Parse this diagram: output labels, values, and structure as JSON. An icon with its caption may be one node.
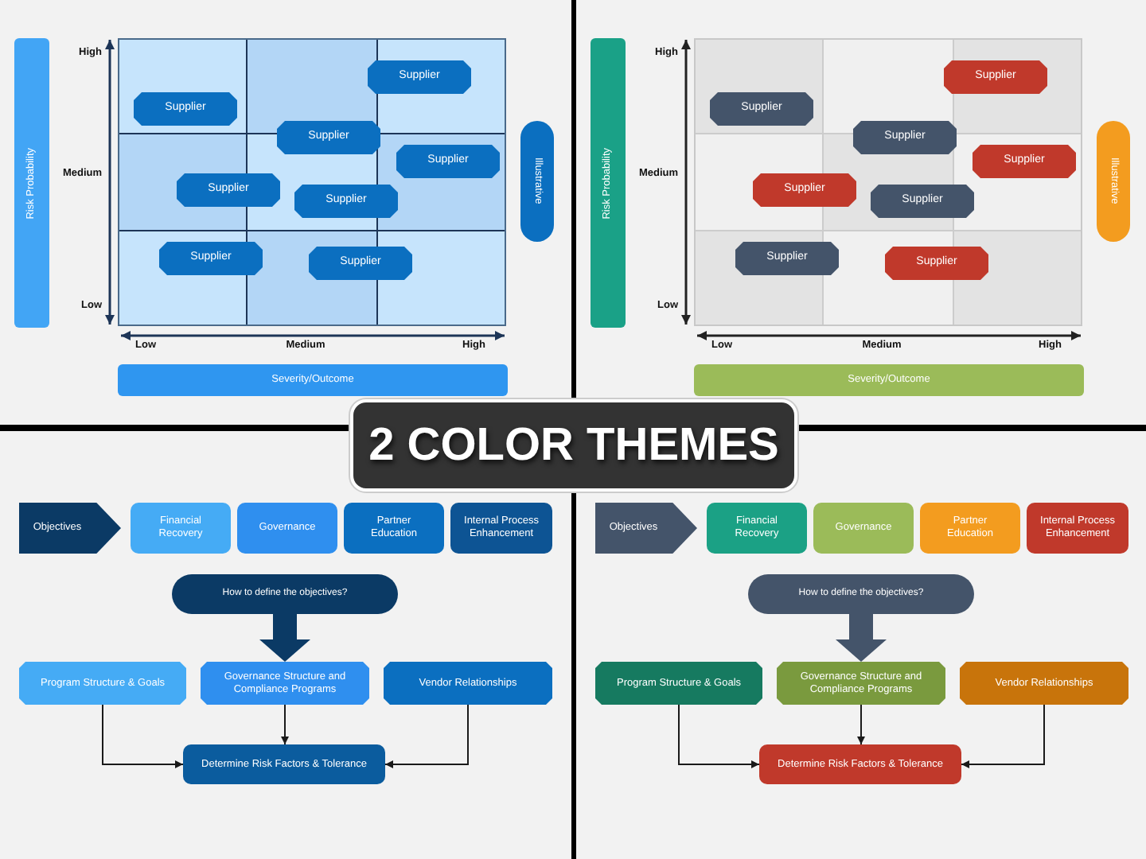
{
  "diagram": {
    "title": "2 COLOR THEMES",
    "nodes": [
      {
        "text": [
          "Risk Probability"
        ]
      },
      {
        "text": [
          "Supplier"
        ]
      },
      {
        "text": [
          "Supplier"
        ]
      },
      {
        "text": [
          "Supplier"
        ]
      },
      {
        "text": [
          "Supplier"
        ]
      },
      {
        "text": [
          "Supplier"
        ]
      },
      {
        "text": [
          "Supplier"
        ]
      },
      {
        "text": [
          "Supplier"
        ]
      },
      {
        "text": [
          "Supplier"
        ]
      },
      {
        "text": [
          "Illustrative"
        ]
      },
      {
        "text": [
          "Severity/Outcome"
        ]
      },
      {
        "text": [
          "Risk Probability"
        ]
      },
      {
        "text": [
          "Supplier"
        ]
      },
      {
        "text": [
          "Supplier"
        ]
      },
      {
        "text": [
          "Supplier"
        ]
      },
      {
        "text": [
          "Supplier"
        ]
      },
      {
        "text": [
          "Supplier"
        ]
      },
      {
        "text": [
          "Supplier"
        ]
      },
      {
        "text": [
          "Supplier"
        ]
      },
      {
        "text": [
          "Supplier"
        ]
      },
      {
        "text": [
          "Illustrative"
        ]
      },
      {
        "text": [
          "Severity/Outcome"
        ]
      },
      {
        "text": [
          "Objectives"
        ]
      },
      {
        "text": [
          "Financial Recovery"
        ]
      },
      {
        "text": [
          "Governance"
        ]
      },
      {
        "text": [
          "Partner Education"
        ]
      },
      {
        "text": [
          "Internal Process Enhancement"
        ]
      },
      {
        "text": [
          "How to define the objectives?"
        ]
      },
      {
        "text": [
          "Program Structure & Goals"
        ]
      },
      {
        "text": [
          "Governance Structure and Compliance Programs"
        ]
      },
      {
        "text": [
          "Vendor Relationships"
        ]
      },
      {
        "text": [
          "Determine Risk Factors & Tolerance"
        ]
      },
      {
        "text": [
          "Objectives"
        ]
      },
      {
        "text": [
          "Financial Recovery"
        ]
      },
      {
        "text": [
          "Governance"
        ]
      },
      {
        "text": [
          "Partner Education"
        ]
      },
      {
        "text": [
          "Internal Process Enhancement"
        ]
      },
      {
        "text": [
          "How to define the objectives?"
        ]
      },
      {
        "text": [
          "Program Structure & Goals"
        ]
      },
      {
        "text": [
          "Governance Structure and Compliance Programs"
        ]
      },
      {
        "text": [
          "Vendor Relationships"
        ]
      },
      {
        "text": [
          "Determine Risk Factors & Tolerance"
        ]
      }
    ],
    "edges": [
      {
        "from": 27,
        "to": 29,
        "arrow": "to",
        "style": "thick",
        "color": "#0b3a65"
      },
      {
        "from": 28,
        "to": 31,
        "arrow": "to"
      },
      {
        "from": 29,
        "to": 31,
        "arrow": "to"
      },
      {
        "from": 30,
        "to": 31,
        "arrow": "to"
      },
      {
        "from": 37,
        "to": 39,
        "arrow": "to",
        "style": "thick",
        "color": "#44546a"
      },
      {
        "from": 38,
        "to": 41,
        "arrow": "to"
      },
      {
        "from": 39,
        "to": 41,
        "arrow": "to"
      },
      {
        "from": 40,
        "to": 41,
        "arrow": "to"
      }
    ],
    "labels": [
      "High",
      "Medium",
      "Low",
      "Low",
      "Medium",
      "High",
      "High",
      "Medium",
      "Low",
      "Low",
      "Medium",
      "High"
    ]
  }
}
